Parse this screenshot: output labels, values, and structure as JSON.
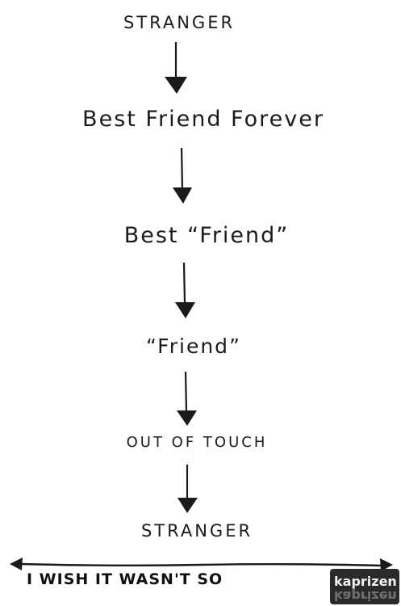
{
  "stages": [
    "STRANGER",
    "Best Friend Forever",
    "Best “Friend”",
    "“Friend”",
    "OUT OF TOUCH",
    "STRANGER"
  ],
  "caption": "I WISH IT WASN'T SO",
  "watermark": "kaprizen"
}
